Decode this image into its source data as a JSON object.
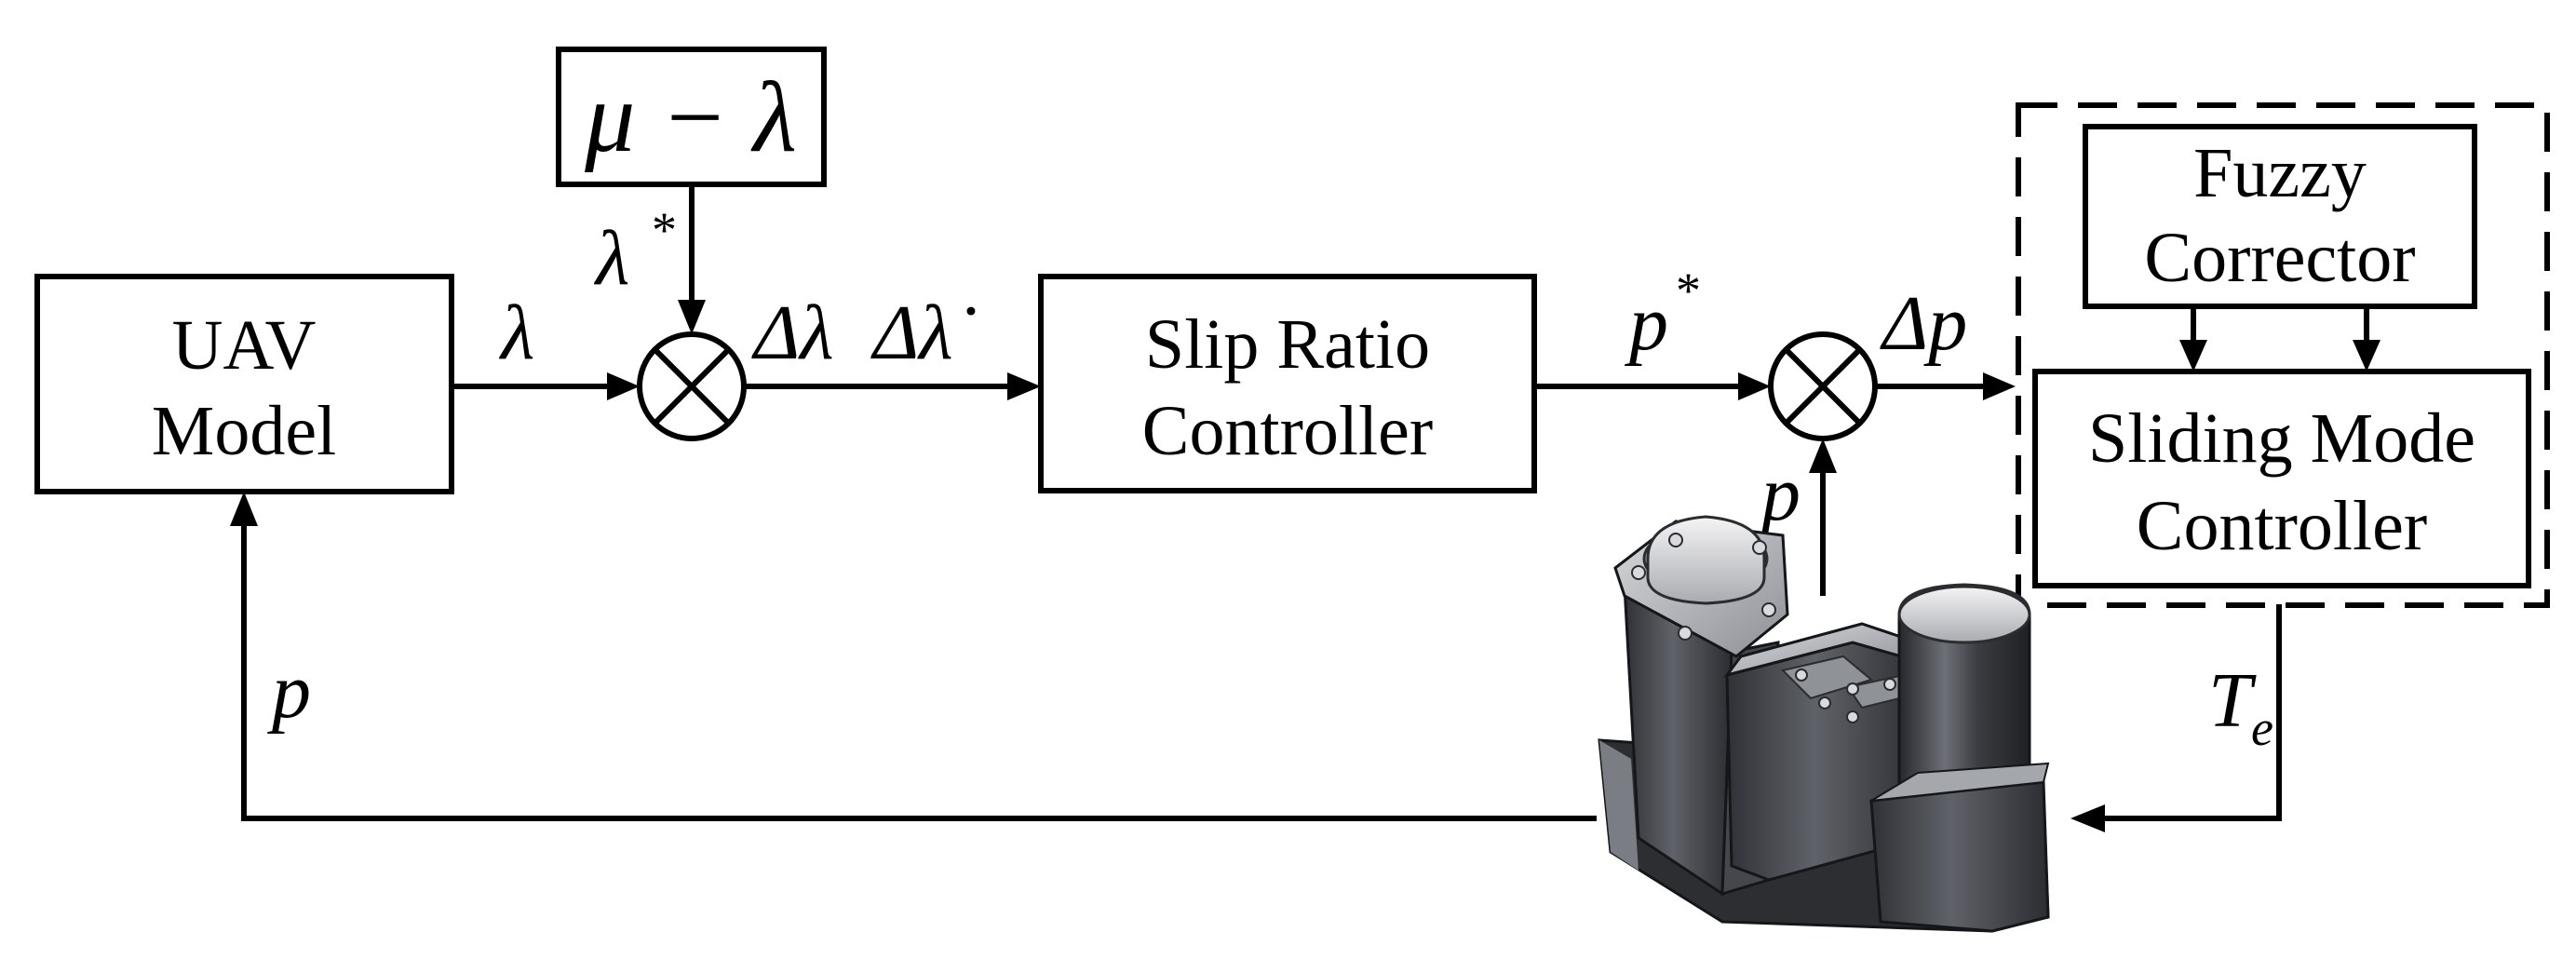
{
  "blocks": {
    "uav_model": [
      "UAV",
      "Model"
    ],
    "slip_ratio_controller": [
      "Slip Ratio",
      "Controller"
    ],
    "fuzzy_corrector": [
      "Fuzzy",
      "Corrector"
    ],
    "sliding_mode_controller": [
      "Sliding Mode",
      "Controller"
    ],
    "mu_lambda": "μ − λ"
  },
  "signals": {
    "lambda": "λ",
    "lambda_ref": "λ",
    "lambda_ref_sup": "*",
    "delta_lambda": "Δλ",
    "delta_lambda_dot": "Δλ̇",
    "p_ref": "p",
    "p_ref_sup": "*",
    "delta_p": "Δp",
    "p_feedback_up": "p",
    "p_feedback_left": "p",
    "torque": "T",
    "torque_sub": "e"
  },
  "illustration": {
    "description": "actuator-3d-render",
    "colors": {
      "body_dark": "#3c3e43",
      "body_mid": "#6e7177",
      "body_light": "#c9cbcf",
      "cap_light": "#e6e7e9"
    }
  }
}
